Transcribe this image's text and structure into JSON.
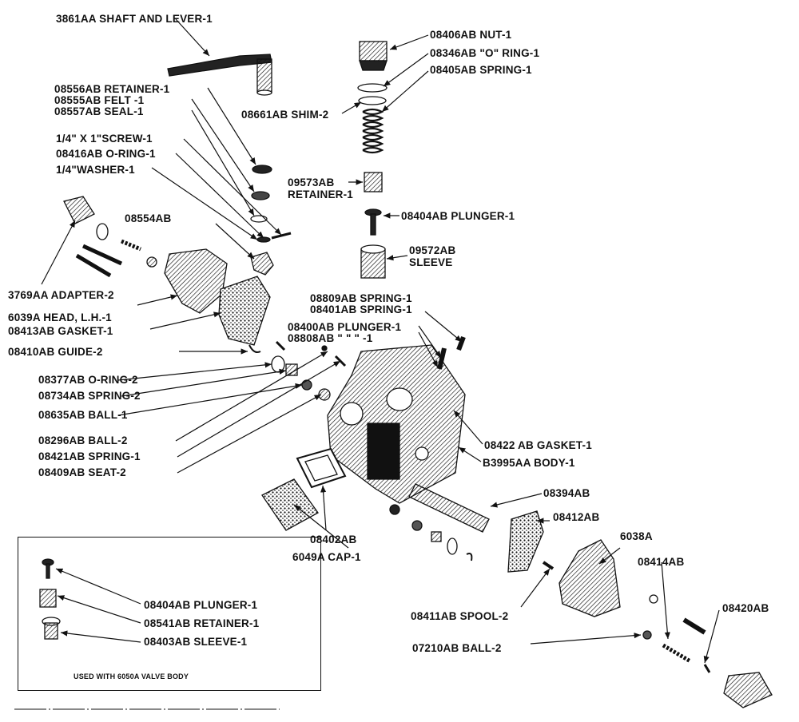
{
  "diagram": {
    "labels": {
      "shaft_lever": "3861AA SHAFT AND LEVER-1",
      "nut": "08406AB NUT-1",
      "o_ring_top": "08346AB \"O\" RING-1",
      "spring_top": "08405AB SPRING-1",
      "shim": "08661AB SHIM-2",
      "retainer_felt": "08556AB RETAINER-1",
      "felt": "08555AB FELT -1",
      "seal": "08557AB SEAL-1",
      "screw": "1/4\" X 1\"SCREW-1",
      "o_ring_8416": "08416AB O-RING-1",
      "washer": "1/4\"WASHER-1",
      "retainer_09573_a": "09573AB",
      "retainer_09573_b": "RETAINER-1",
      "plunger_08404": "08404AB PLUNGER-1",
      "sleeve_a": "09572AB",
      "sleeve_b": "SLEEVE",
      "part_08554": "08554AB",
      "adapter": "3769AA ADAPTER-2",
      "head_lh": "6039A HEAD, L.H.-1",
      "gasket_08413": "08413AB GASKET-1",
      "guide": "08410AB GUIDE-2",
      "spring_08809": "08809AB SPRING-1",
      "spring_08401": "08401AB SPRING-1",
      "plunger_08400": "08400AB PLUNGER-1",
      "part_08808": "08808AB \" \" \" -1",
      "o_ring_08377": "08377AB O-RING-2",
      "spring_08734": "08734AB SPRING-2",
      "ball_08635": "08635AB BALL-1",
      "ball_08296": "08296AB BALL-2",
      "spring_08421": "08421AB SPRING-1",
      "seat": "08409AB SEAT-2",
      "gasket_08422": "08422 AB GASKET-1",
      "body": "B3995AA BODY-1",
      "part_08394": "08394AB",
      "part_08402": "08402AB",
      "cap": "6049A CAP-1",
      "part_08412": "08412AB",
      "part_6038": "6038A",
      "part_08414": "08414AB",
      "part_08420": "08420AB",
      "spool": "08411AB SPOOL-2",
      "ball_07210": "07210AB BALL-2"
    },
    "inset": {
      "plunger": "08404AB PLUNGER-1",
      "retainer": "08541AB RETAINER-1",
      "sleeve": "08403AB SLEEVE-1",
      "caption": "USED WITH 6050A VALVE BODY"
    }
  },
  "colors": {
    "ink": "#111111",
    "paper": "#ffffff"
  }
}
